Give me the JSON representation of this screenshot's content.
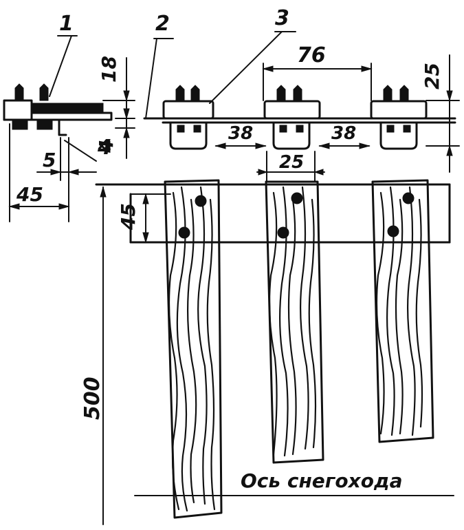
{
  "callouts": {
    "part1": "1",
    "part2": "2",
    "part3": "3",
    "part4": "4"
  },
  "dimensions": {
    "d18": "18",
    "d4": "4",
    "d5": "5",
    "d45_top": "45",
    "d76": "76",
    "d25_right": "25",
    "d38_left": "38",
    "d38_right": "38",
    "d25_mid": "25",
    "d45_side": "45",
    "d500": "500"
  },
  "axis_label": "Ось снегохода"
}
